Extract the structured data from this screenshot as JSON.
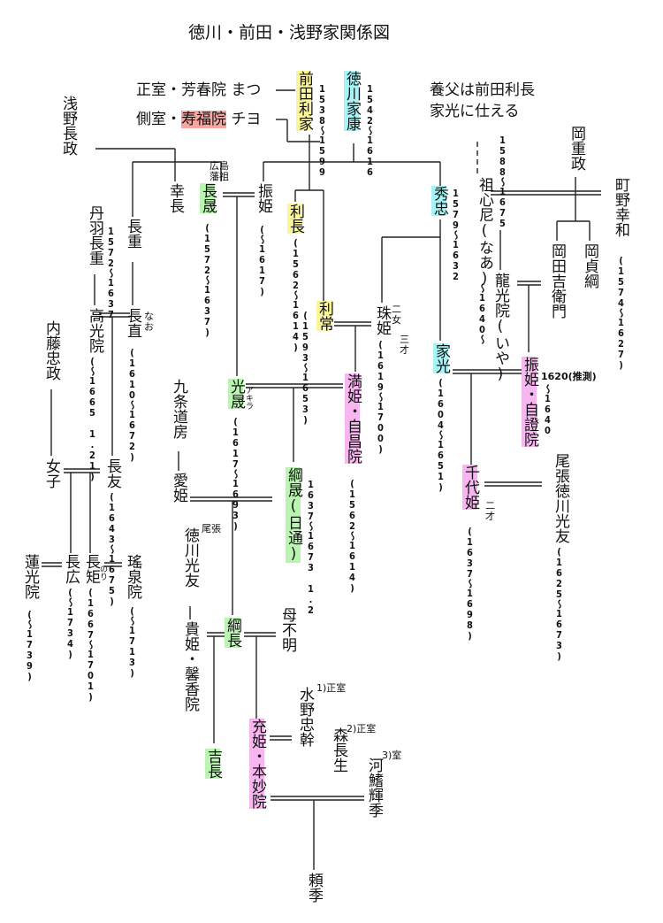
{
  "title": "徳川・前田・浅野家関係図",
  "notes": {
    "adoption_1": "養父は前田利長",
    "adoption_2": "家光に仕える",
    "hiroshima_1": "広島",
    "hiroshima_2": "藩祖",
    "owari": "尾張",
    "mother_unknown": "母不明",
    "spouse_1": "1)正室",
    "spouse_2": "2)正室",
    "spouse_3": "3)室"
  },
  "people": {
    "matsu": {
      "role": "正室・",
      "name": "芳春院 まつ"
    },
    "chiyo": {
      "role": "側室・",
      "title": "寿福院",
      "name": " チヨ"
    },
    "toshiie": {
      "name": "前田利家",
      "years": "1538〜1599"
    },
    "ieyasu": {
      "name": "徳川家康",
      "years": "1542〜1616"
    },
    "nagamasa": {
      "name": "浅野長政"
    },
    "yoshinaga": {
      "name": "幸長"
    },
    "nagaakira": {
      "name": "長晟",
      "years": "(1572〜1637)"
    },
    "furihime": {
      "name": "振姫",
      "years": "(〜1617)"
    },
    "toshinaga": {
      "name": "利長",
      "years": "(1562〜1614)"
    },
    "hidetada": {
      "name": "秀忠",
      "years": "1579〜1632"
    },
    "soshinni": {
      "name": "祖心尼(なあ)",
      "years": "1588〜1675"
    },
    "shigemasa": {
      "name": "岡重政"
    },
    "yukikazu": {
      "name": "町野幸和",
      "years": "(1574〜1627)"
    },
    "yoshiemon": {
      "name": "岡田吉衛門"
    },
    "sadatsuna": {
      "name": "岡貞綱"
    },
    "ryukoin": {
      "name": "龍光院(いや)",
      "years": "〜1640〜"
    },
    "niwa": {
      "name": "丹羽長重",
      "years": "1572〜1637"
    },
    "nagashige": {
      "name": "長重"
    },
    "kokoin": {
      "name": "高光院",
      "years": "(〜1665 1.21)"
    },
    "naganao": {
      "name": "長直",
      "ruby": "なお",
      "years": "(1610〜1672)"
    },
    "toshitsune": {
      "name": "利常",
      "years": "(1593〜1653)"
    },
    "tamahime": {
      "name": "珠姫",
      "order": "二女",
      "age": "三才",
      "years": "(1619〜1700)"
    },
    "naito": {
      "name": "内藤忠政"
    },
    "daughter": {
      "name": "女子"
    },
    "mitsuakira": {
      "name": "光晟",
      "ruby": "アキラ",
      "years": "(1617〜1693)"
    },
    "manhime": {
      "name": "満姫・自昌院",
      "years": "(1562〜1614)"
    },
    "iemitsu": {
      "name": "家光",
      "years": "(1604〜1651)"
    },
    "furihime2": {
      "name": "振姫・自證院",
      "year_birth": "1620(推測)",
      "year_death": "〜1640"
    },
    "kujo": {
      "name": "九条道房"
    },
    "aihime": {
      "name": "愛姫"
    },
    "tsunanori": {
      "name": "綱晟(日通)",
      "years": "1637〜1673 1.2"
    },
    "nagatomo": {
      "name": "長友",
      "years": "(1643〜1675)"
    },
    "chiyohime": {
      "name": "千代姫",
      "age": "二才",
      "years": "(1637〜1698)"
    },
    "mitsutomo": {
      "name": "尾張徳川光友",
      "years": "(1625〜1673)"
    },
    "mitsutomo2": {
      "name": "徳川光友"
    },
    "kihime": {
      "name": "貴姫・馨香院"
    },
    "tsunanaga": {
      "name": "綱長"
    },
    "renkoin": {
      "name": "蓮光院",
      "years": "(〜1739)"
    },
    "nagahiro": {
      "name": "長広",
      "years": "(〜1734)"
    },
    "naganori": {
      "name": "長矩",
      "ruby": "のり",
      "years": "(1667〜1701)"
    },
    "yosenin": {
      "name": "瑤泉院",
      "years": "(〜1713)"
    },
    "michihime": {
      "name": "充姫・本妙院"
    },
    "yoshinaga2": {
      "name": "吉長"
    },
    "mizuno": {
      "name": "水野忠幹"
    },
    "mori": {
      "name": "森長生"
    },
    "kawabata": {
      "name": "河鰭輝季"
    },
    "yorisue": {
      "name": "頼季"
    }
  }
}
